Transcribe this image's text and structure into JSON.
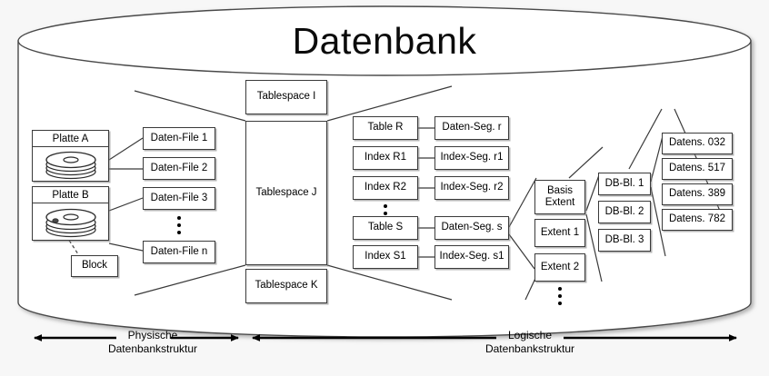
{
  "diagram": {
    "title": "Datenbank",
    "container_shape": "cylinder"
  },
  "physical": {
    "disks": [
      {
        "label": "Platte A",
        "icon": "disk-platter-icon"
      },
      {
        "label": "Platte B",
        "icon": "disk-platter-icon"
      }
    ],
    "block": "Block",
    "data_files": [
      "Daten-File 1",
      "Daten-File 2",
      "Daten-File 3",
      "Daten-File n"
    ],
    "data_files_ellipsis": "vertical-ellipsis"
  },
  "tablespaces": [
    "Tablespace I",
    "Tablespace J",
    "Tablespace K"
  ],
  "logical": {
    "objects": [
      "Table R",
      "Index R1",
      "Index R2",
      "Table S",
      "Index S1"
    ],
    "objects_ellipsis": "vertical-ellipsis",
    "segments": [
      "Daten-Seg. r",
      "Index-Seg. r1",
      "Index-Seg. r2",
      "Daten-Seg. s",
      "Index-Seg. s1"
    ],
    "extents": [
      "Basis Extent",
      "Extent 1",
      "Extent 2"
    ],
    "extents_ellipsis": "vertical-ellipsis",
    "db_blocks": [
      "DB-Bl. 1",
      "DB-Bl. 2",
      "DB-Bl. 3"
    ],
    "records": [
      "Datens. 032",
      "Datens. 517",
      "Datens. 389",
      "Datens. 782"
    ]
  },
  "axes": [
    {
      "name": "physical-axis",
      "line1": "Physische",
      "line2": "Datenbankstruktur"
    },
    {
      "name": "logical-axis",
      "line1": "Logische",
      "line2": "Datenbankstruktur"
    }
  ],
  "colors": {
    "stroke": "#3a3a3a",
    "text": "#000000",
    "background": "#f7f7f7",
    "box_fill": "#ffffff"
  }
}
